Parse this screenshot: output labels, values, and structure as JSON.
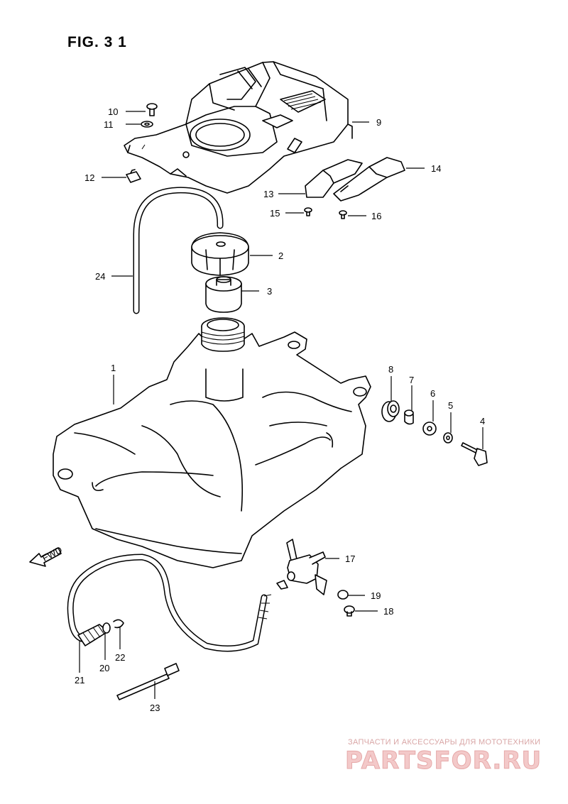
{
  "figure": {
    "title": "FIG. 3 1"
  },
  "fwd_label": "FWD",
  "callouts": [
    {
      "id": "c1",
      "label": "1"
    },
    {
      "id": "c2",
      "label": "2"
    },
    {
      "id": "c3",
      "label": "3"
    },
    {
      "id": "c4",
      "label": "4"
    },
    {
      "id": "c5",
      "label": "5"
    },
    {
      "id": "c6",
      "label": "6"
    },
    {
      "id": "c7",
      "label": "7"
    },
    {
      "id": "c8",
      "label": "8"
    },
    {
      "id": "c9",
      "label": "9"
    },
    {
      "id": "c10",
      "label": "10"
    },
    {
      "id": "c11",
      "label": "11"
    },
    {
      "id": "c12",
      "label": "12"
    },
    {
      "id": "c13",
      "label": "13"
    },
    {
      "id": "c14",
      "label": "14"
    },
    {
      "id": "c15",
      "label": "15"
    },
    {
      "id": "c16",
      "label": "16"
    },
    {
      "id": "c17",
      "label": "17"
    },
    {
      "id": "c18",
      "label": "18"
    },
    {
      "id": "c19",
      "label": "19"
    },
    {
      "id": "c20",
      "label": "20"
    },
    {
      "id": "c21",
      "label": "21"
    },
    {
      "id": "c22",
      "label": "22"
    },
    {
      "id": "c23",
      "label": "23"
    },
    {
      "id": "c24",
      "label": "24"
    }
  ],
  "watermark": {
    "tagline": "ЗАПЧАСТИ И АКСЕССУАРЫ ДЛЯ МОТОТЕХНИКИ",
    "logo": "PARTSFOR.RU"
  },
  "colors": {
    "line": "#000000",
    "background": "#ffffff",
    "watermark": "#f3c9c9"
  }
}
